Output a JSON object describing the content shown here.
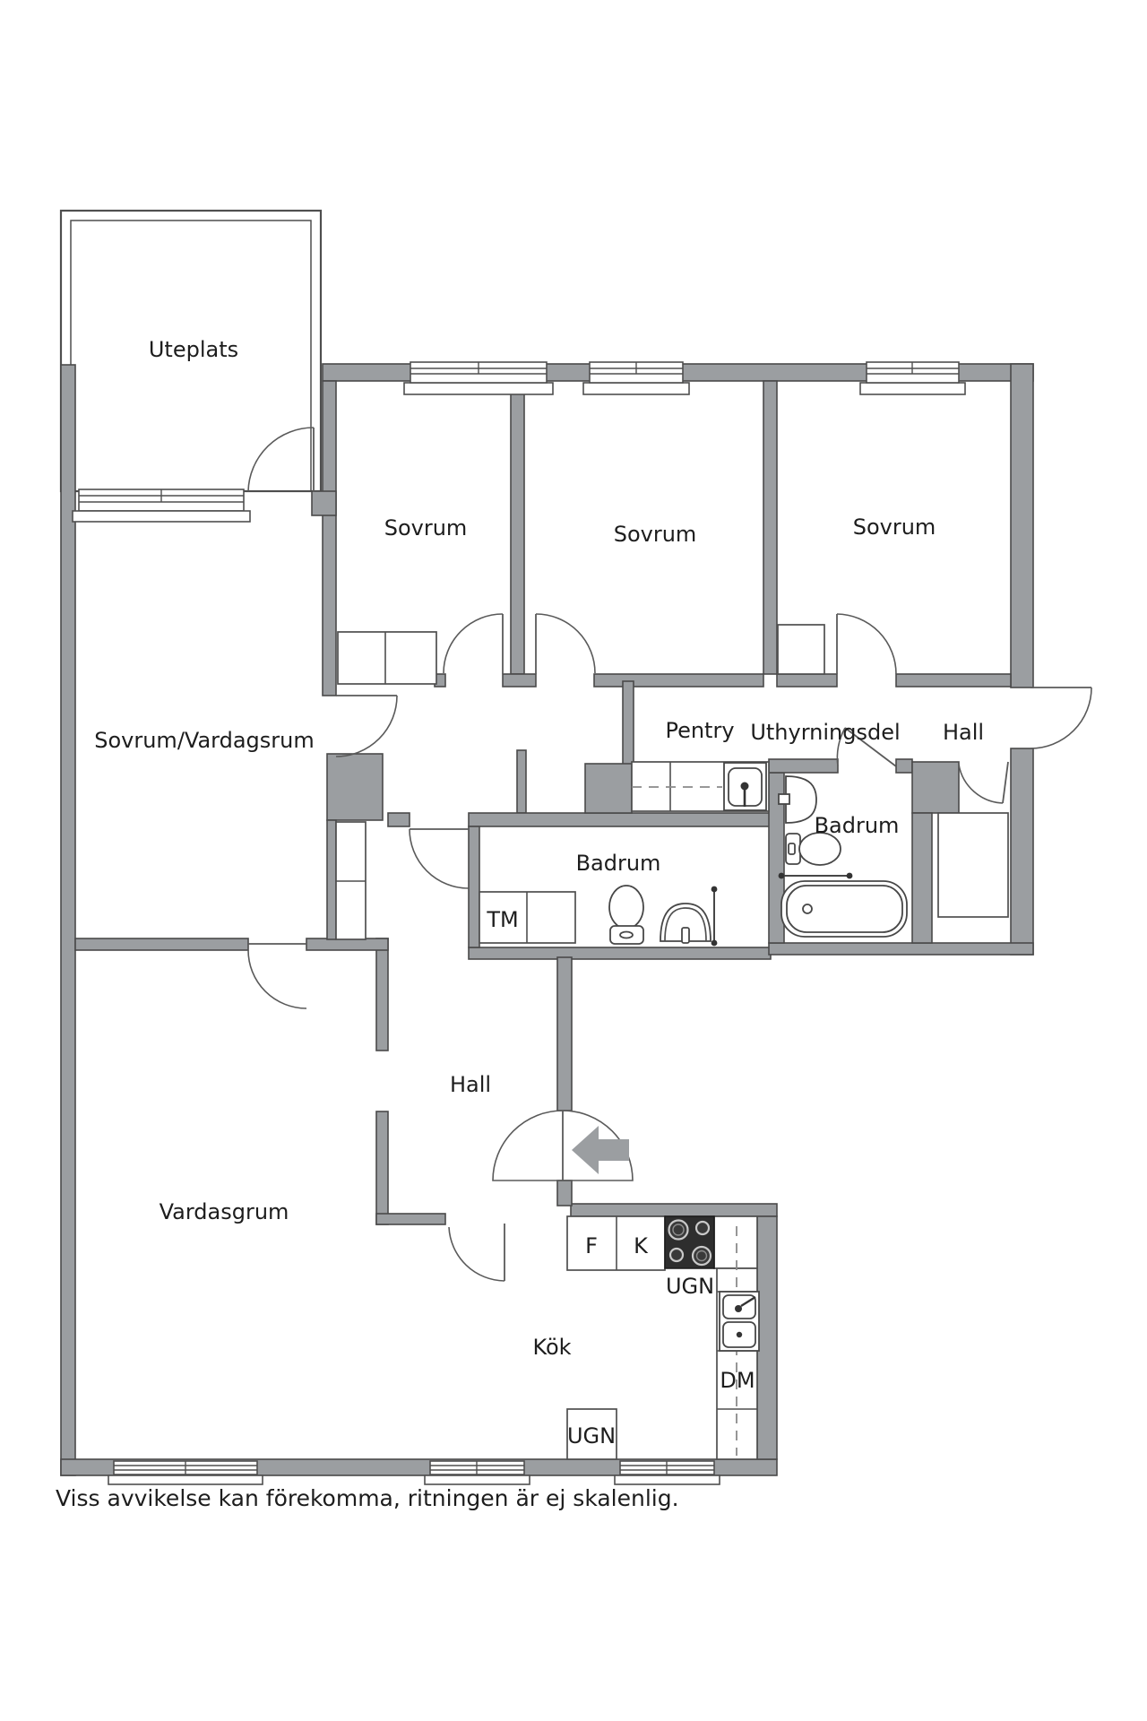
{
  "meta": {
    "type": "floor-plan",
    "language": "sv",
    "bg_color": "#ffffff",
    "wall_color": "#9b9ea1",
    "outline_color": "#4a4a4a",
    "text_color": "#1d1d1d",
    "stove_color": "#2e2e2e"
  },
  "labels": {
    "uteplats": "Uteplats",
    "sovrum_1": "Sovrum",
    "sovrum_2": "Sovrum",
    "sovrum_3": "Sovrum",
    "sovrum_vardagsrum": "Sovrum/Vardagsrum",
    "pentry": "Pentry",
    "uthyrningsdel": "Uthyrningsdel",
    "hall_upper": "Hall",
    "badrum_uthyrning": "Badrum",
    "badrum_main": "Badrum",
    "tm": "TM",
    "hall_entre": "Hall",
    "vardagsrum": "Vardasgrum",
    "kok": "Kök",
    "kyl_f": "F",
    "kyl_k": "K",
    "ugn_stove": "UGN",
    "dm": "DM",
    "ugn_lower": "UGN",
    "disclaimer": "Viss avvikelse kan förekomma, ritningen är ej skalenlig."
  }
}
